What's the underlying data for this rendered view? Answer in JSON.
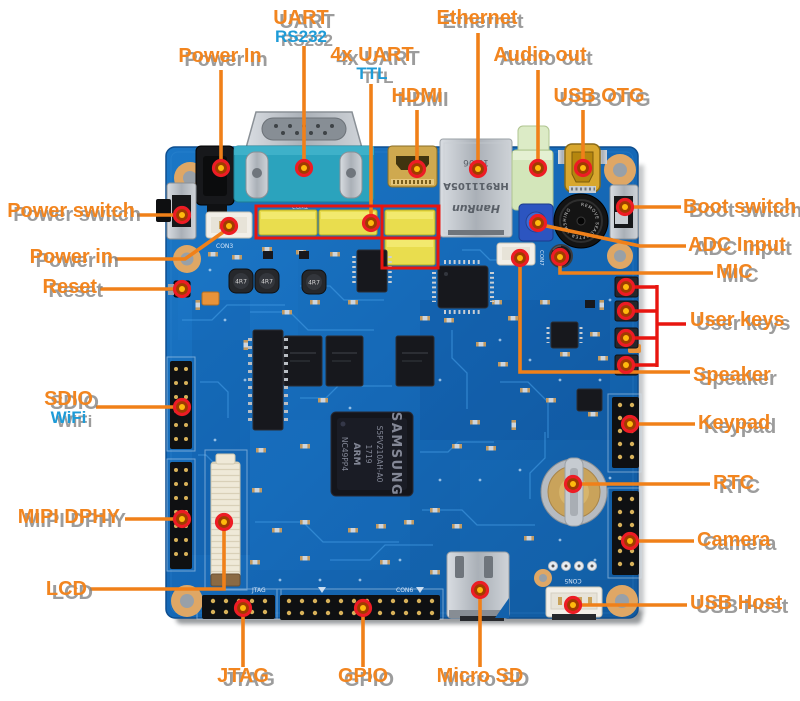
{
  "annotations": {
    "top": {
      "power_in": {
        "label": "Power In"
      },
      "uart": {
        "label": "UART",
        "sub": "RS232"
      },
      "uart_ttl": {
        "label": "4x UART",
        "sub": "TTL"
      },
      "hdmi": {
        "label": "HDMI"
      },
      "ethernet": {
        "label": "Ethernet"
      },
      "audio_out": {
        "label": "Audio out"
      },
      "usb_otg": {
        "label": "USB OTG"
      }
    },
    "left": {
      "power_switch": {
        "label": "Power switch"
      },
      "power_in": {
        "label": "Power in"
      },
      "reset": {
        "label": "Reset"
      },
      "sdio": {
        "label": "SDIO",
        "sub": "WiFi"
      },
      "mipi_dphy": {
        "label": "MIPI DPHY"
      },
      "lcd": {
        "label": "LCD"
      }
    },
    "right": {
      "boot_switch": {
        "label": "Boot switch"
      },
      "adc_input": {
        "label": "ADC Input"
      },
      "mic": {
        "label": "MIC"
      },
      "user_keys": {
        "label": "User keys"
      },
      "speaker": {
        "label": "Speaker"
      },
      "keypad": {
        "label": "Keypad"
      },
      "rtc": {
        "label": "RTC"
      },
      "camera": {
        "label": "Camera"
      },
      "usb_host": {
        "label": "USB Host"
      }
    },
    "bottom": {
      "jtag": {
        "label": "JTAG"
      },
      "gpio": {
        "label": "GPIO"
      },
      "micro_sd": {
        "label": "Micro SD"
      }
    }
  },
  "board_text": {
    "soc": {
      "brand": "SAMSUNG",
      "part": "S5PV210AH-A0",
      "lot": "1719",
      "arch": "ARM",
      "code": "NC49PP4"
    },
    "ethernet_jack": {
      "brand": "HanRun",
      "part": "HR911105A",
      "date": "19 06"
    },
    "buzzer": "REMOVE SEAL AFTER WASHING",
    "inductor": "4R7",
    "silkscreen": {
      "power_con": "CON3",
      "serial": "COM2",
      "speaker_con": "CON7",
      "usb_host": "CON5",
      "gpio": "CON6",
      "jtag": "JTAG"
    }
  },
  "colors": {
    "label_orange": "#F2851F",
    "label_blue": "#1E9BD7",
    "label_shadow": "#808080",
    "line_orange": "#F08019",
    "marker_red": "#ED1C24",
    "marker_center": "#FFBA0D",
    "bracket_red": "#E8150F",
    "pcb_blue": "#1568B6"
  }
}
